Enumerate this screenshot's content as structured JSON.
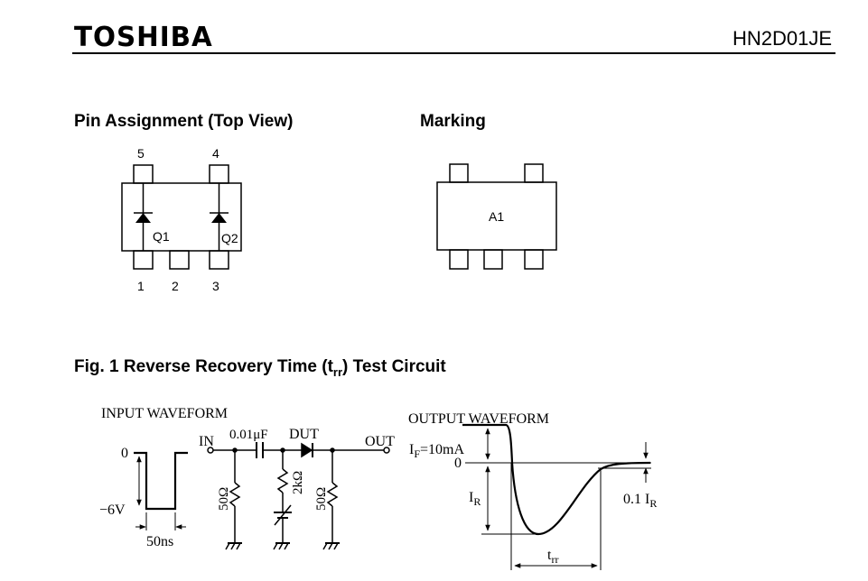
{
  "header": {
    "brand": "TOSHIBA",
    "part_number": "HN2D01JE"
  },
  "pin_assignment": {
    "title": "Pin Assignment (Top View)",
    "pins_top": [
      "5",
      "4"
    ],
    "pins_bottom": [
      "1",
      "2",
      "3"
    ],
    "diodes": [
      "Q1",
      "Q2"
    ]
  },
  "marking": {
    "title": "Marking",
    "code": "A1"
  },
  "figure": {
    "prefix": "Fig. 1",
    "title_main": "Reverse Recovery Time (t",
    "title_sub": "rr",
    "title_end": ") Test Circuit",
    "input_waveform": {
      "label": "INPUT WAVEFORM",
      "level_zero": "0",
      "level_low": "−6V",
      "pulse_width": "50ns"
    },
    "circuit": {
      "in_label": "IN",
      "out_label": "OUT",
      "capacitor": "0.01μF",
      "dut": "DUT",
      "r_input": "50Ω",
      "r_bias": "2kΩ",
      "r_output": "50Ω"
    },
    "output_waveform": {
      "label": "OUTPUT WAVEFORM",
      "if_main": "I",
      "if_sub": "F",
      "if_value": "=10mA",
      "level_zero": "0",
      "ir_main": "I",
      "ir_sub": "R",
      "ir01_prefix": "0.1 I",
      "ir01_sub": "R",
      "trr_main": "t",
      "trr_sub": "rr"
    }
  }
}
